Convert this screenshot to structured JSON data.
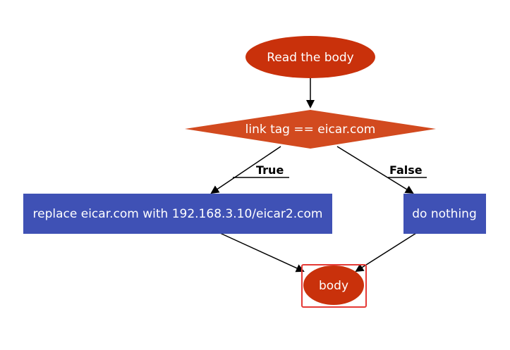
{
  "colors": {
    "terminal_fill": "#c9310b",
    "decision_fill": "#d24a1f",
    "process_fill": "#3f51b5",
    "selection_outline": "#e53935",
    "edge": "#000000"
  },
  "nodes": {
    "start": {
      "label": "Read the body",
      "shape": "ellipse"
    },
    "decision": {
      "label": "link tag == eicar.com",
      "shape": "diamond"
    },
    "true_action": {
      "label": "replace eicar.com with 192.168.3.10/eicar2.com",
      "shape": "rectangle"
    },
    "false_action": {
      "label": "do nothing",
      "shape": "rectangle"
    },
    "end": {
      "label": "body",
      "shape": "ellipse",
      "selected": true
    }
  },
  "edges": {
    "true_label": "True",
    "false_label": "False"
  }
}
